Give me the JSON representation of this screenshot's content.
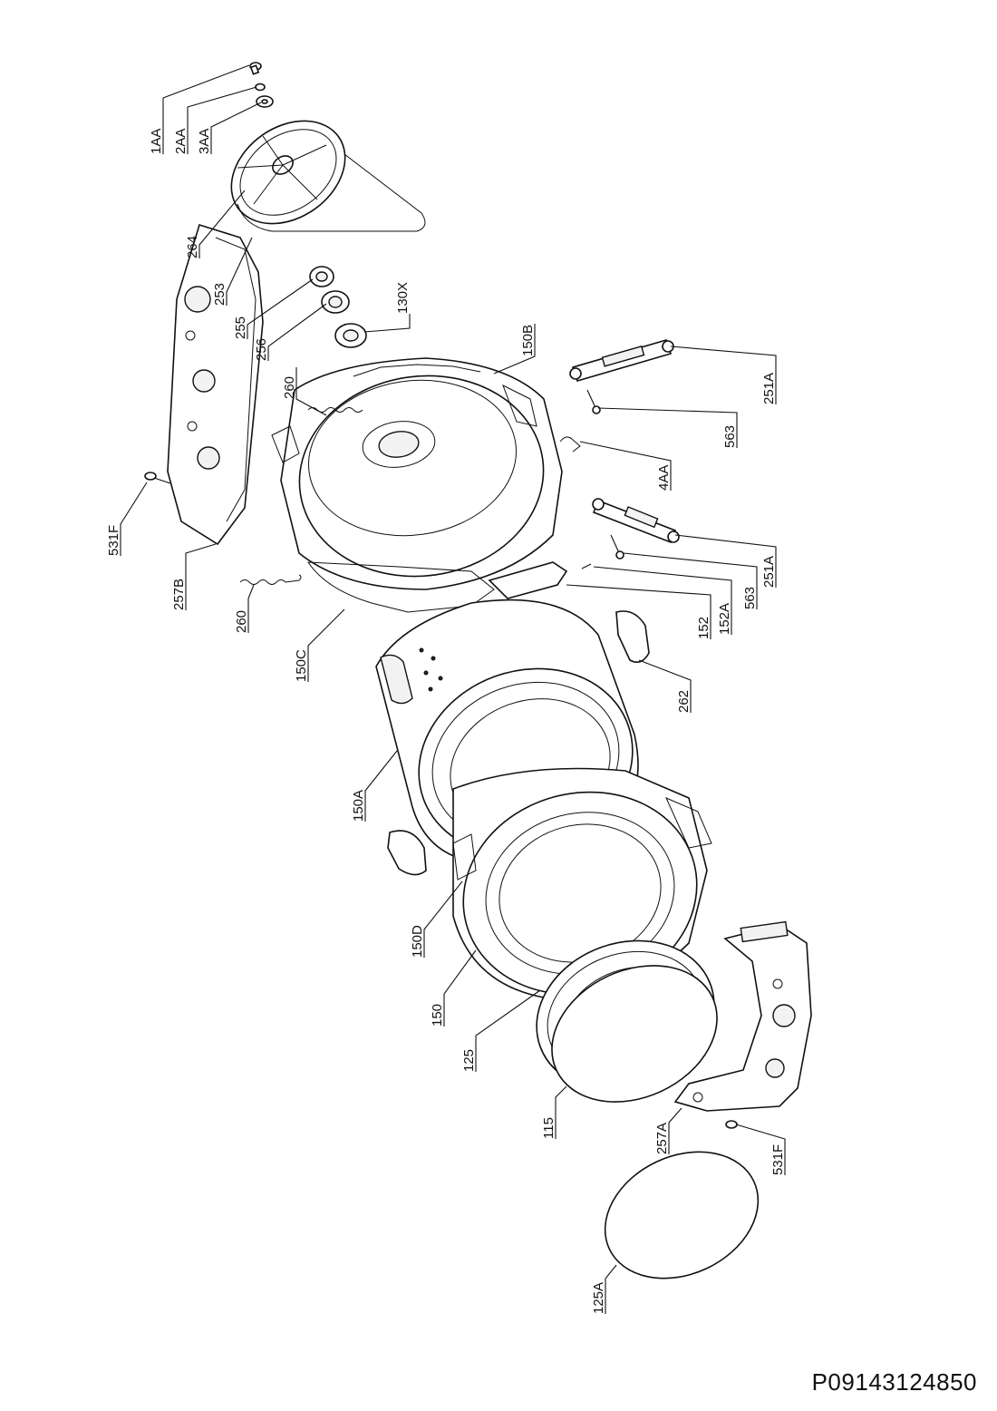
{
  "diagram_code": "P09143124850",
  "parts": [
    {
      "id": "1AA",
      "label": "1AA"
    },
    {
      "id": "2AA",
      "label": "2AA"
    },
    {
      "id": "3AA",
      "label": "3AA"
    },
    {
      "id": "264",
      "label": "264"
    },
    {
      "id": "253",
      "label": "253"
    },
    {
      "id": "255",
      "label": "255"
    },
    {
      "id": "256",
      "label": "256"
    },
    {
      "id": "130X",
      "label": "130X"
    },
    {
      "id": "150B",
      "label": "150B"
    },
    {
      "id": "260a",
      "label": "260"
    },
    {
      "id": "251A-top",
      "label": "251A"
    },
    {
      "id": "563-top",
      "label": "563"
    },
    {
      "id": "4AA",
      "label": "4AA"
    },
    {
      "id": "531F-left",
      "label": "531F"
    },
    {
      "id": "257B",
      "label": "257B"
    },
    {
      "id": "260b",
      "label": "260"
    },
    {
      "id": "251A-bot",
      "label": "251A"
    },
    {
      "id": "563-bot",
      "label": "563"
    },
    {
      "id": "152A",
      "label": "152A"
    },
    {
      "id": "152",
      "label": "152"
    },
    {
      "id": "150C",
      "label": "150C"
    },
    {
      "id": "262",
      "label": "262"
    },
    {
      "id": "150A",
      "label": "150A"
    },
    {
      "id": "150D",
      "label": "150D"
    },
    {
      "id": "150",
      "label": "150"
    },
    {
      "id": "125",
      "label": "125"
    },
    {
      "id": "115",
      "label": "115"
    },
    {
      "id": "257A",
      "label": "257A"
    },
    {
      "id": "531F-right",
      "label": "531F"
    },
    {
      "id": "125A",
      "label": "125A"
    }
  ]
}
